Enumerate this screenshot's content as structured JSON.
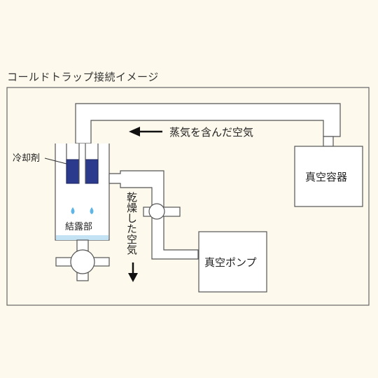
{
  "title": "コールドトラップ接続イメージ",
  "labels": {
    "steam": "蒸気を含んだ空気",
    "vacuum_vessel": "真空容器",
    "coolant": "冷却剤",
    "condensation": "結露部",
    "dry_air": "乾燥した空気",
    "vacuum_pump": "真空ポンプ"
  },
  "colors": {
    "coolant": "#2b3a8c",
    "droplet": "#5fb6e6",
    "condensate_band": "#c3e3f5",
    "background": "#fdf9ec"
  }
}
